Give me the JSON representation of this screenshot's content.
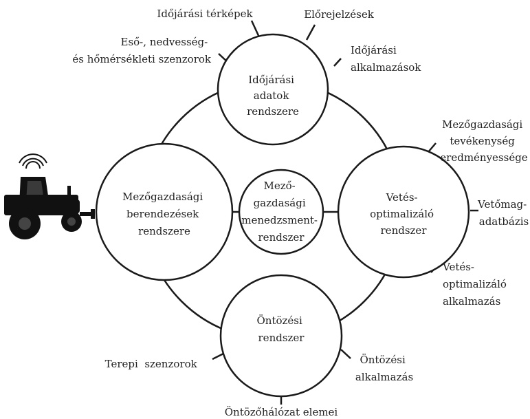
{
  "diagram": {
    "colors": {
      "stroke": "#1a1a1a",
      "fill": "#ffffff",
      "text": "#222222",
      "tractor": "#111111"
    },
    "icons": {
      "tractor": "tractor-icon",
      "signal": "wifi-signal-icon"
    },
    "nodes": {
      "weather": {
        "lines": [
          "Időjárási",
          "adatok",
          "rendszere"
        ]
      },
      "equipment": {
        "lines": [
          "Mezőgazdasági",
          "berendezések",
          "rendszere"
        ]
      },
      "center": {
        "lines": [
          "Mező-",
          "gazdasági",
          "menedzsment-",
          "rendszer"
        ]
      },
      "sowing": {
        "lines": [
          "Vetés-",
          "optimalizáló",
          "rendszer"
        ]
      },
      "irrigation": {
        "lines": [
          "Öntözési",
          "rendszer"
        ]
      }
    },
    "labels": {
      "weather_maps": [
        "Időjárási térképek"
      ],
      "forecasts": [
        "Előrejelzések"
      ],
      "sensors": [
        "Eső-, nedvesség-",
        "és hőmérsékleti szenzorok"
      ],
      "weather_apps": [
        "Időjárási",
        "alkalmazások"
      ],
      "farm_efficiency": [
        "Mezőgazdasági",
        "tevékenység",
        "eredményessége"
      ],
      "seed_db": [
        "Vetőmag-",
        "adatbázis"
      ],
      "sowing_app": [
        "Vetés-",
        "optimalizáló",
        "alkalmazás"
      ],
      "field_sensors": [
        "Terepi  szenzorok"
      ],
      "irrigation_app": [
        "Öntözési",
        "alkalmazás"
      ],
      "network_elements": [
        "Öntözőhálózat elemei"
      ]
    }
  }
}
